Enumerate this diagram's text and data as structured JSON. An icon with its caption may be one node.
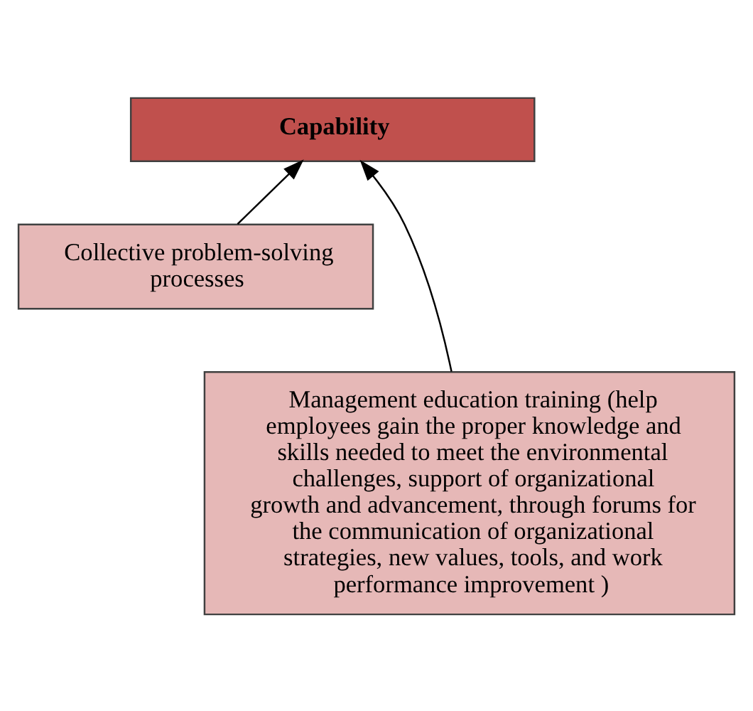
{
  "diagram": {
    "nodes": [
      {
        "text": [
          "Capability"
        ]
      },
      {
        "text": [
          "Collective problem-solving processes"
        ]
      },
      {
        "text": [
          "Management education training (help employees gain the proper knowledge and skills needed to meet the environmental challenges, support of organizational growth and advancement, through forums for the communication of organizational strategies, new values, tools, and work performance improvement )"
        ]
      }
    ],
    "edges": [
      {
        "from": 1,
        "to": 0,
        "arrow": "to"
      },
      {
        "from": 2,
        "to": 0,
        "arrow": "to"
      }
    ]
  }
}
